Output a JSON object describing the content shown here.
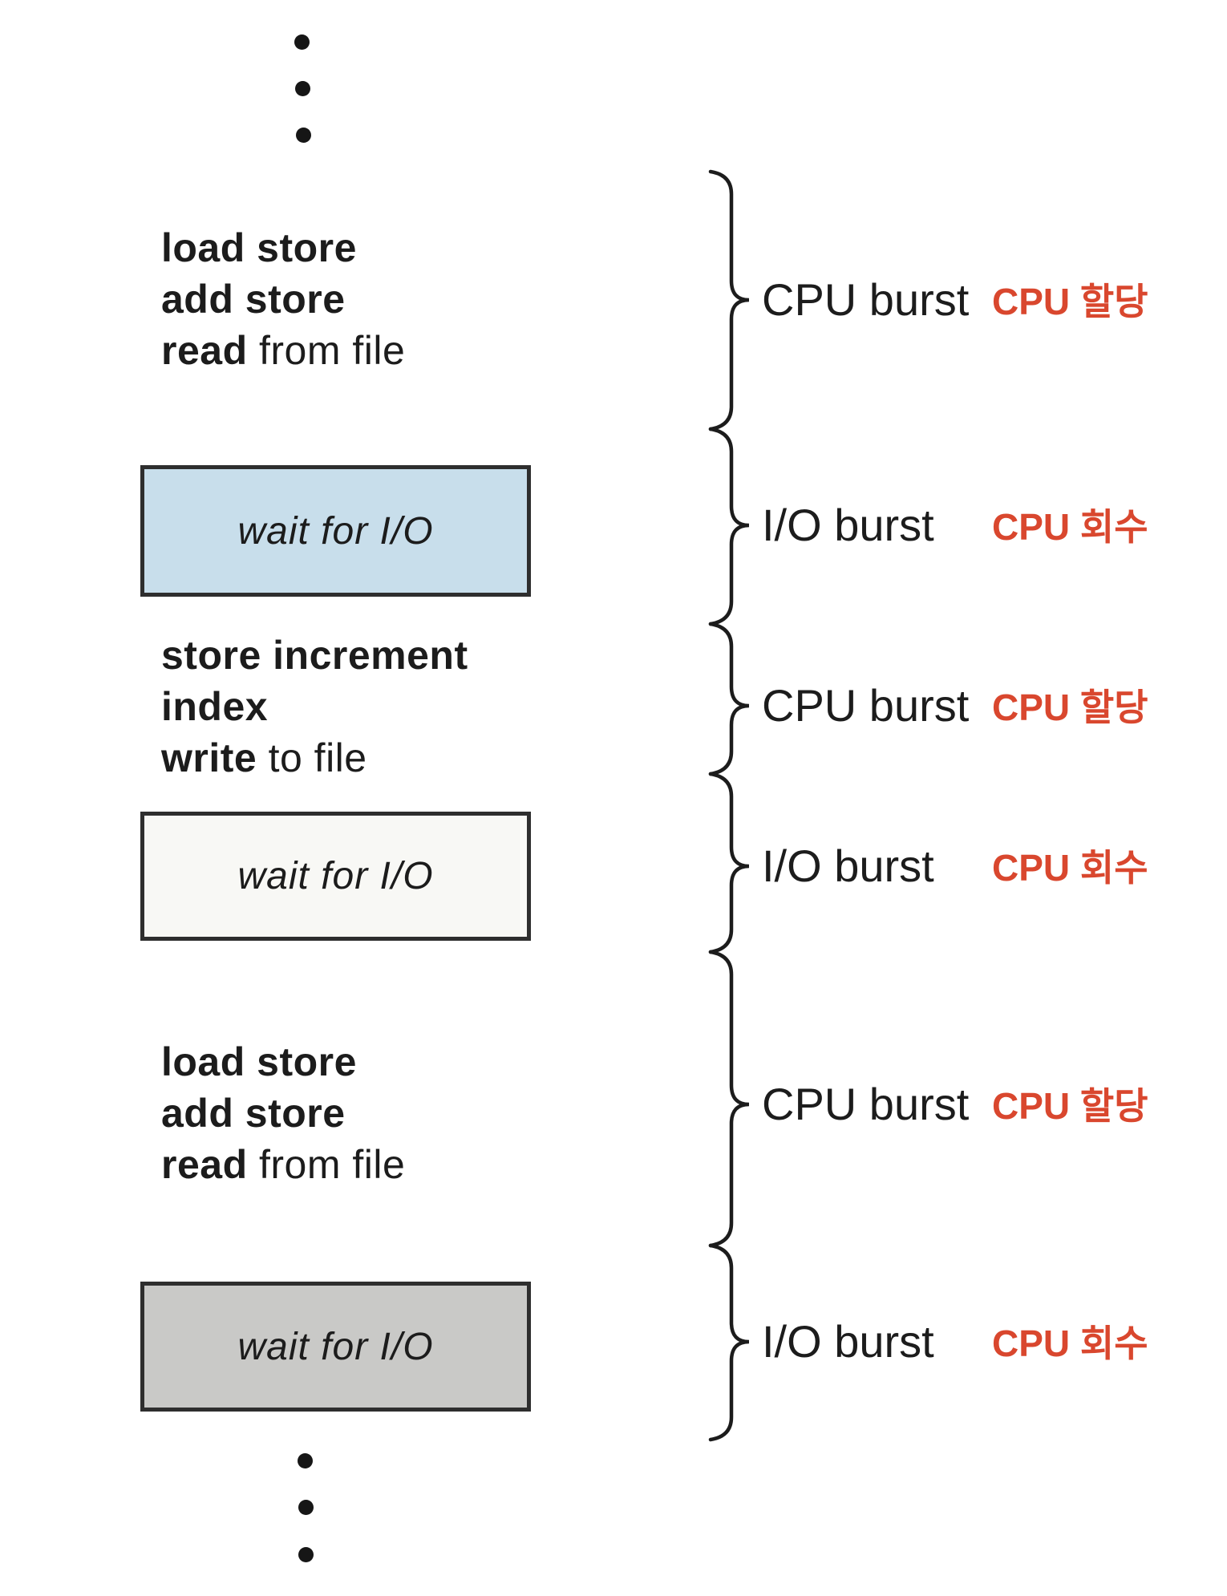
{
  "colors": {
    "accent_red": "#D9472E",
    "ink": "#1c1c1c",
    "box_border": "#2e2e2e",
    "wait_box_blue": "#C8DEEB",
    "wait_box_white": "#F8F8F5",
    "wait_box_gray": "#C9C9C7"
  },
  "blocks": [
    {
      "lines": [
        {
          "b": "load store",
          "r": ""
        },
        {
          "b": "add store",
          "r": ""
        },
        {
          "b": "read",
          "r": " from file"
        }
      ]
    },
    {
      "lines": [
        {
          "b": "store increment",
          "r": ""
        },
        {
          "b": "index",
          "r": ""
        },
        {
          "b": "write",
          "r": " to file"
        }
      ]
    },
    {
      "lines": [
        {
          "b": "load store",
          "r": ""
        },
        {
          "b": "add store",
          "r": ""
        },
        {
          "b": "read",
          "r": " from file"
        }
      ]
    }
  ],
  "wait_boxes": [
    {
      "label": "wait for I/O",
      "fill": "#C8DEEB"
    },
    {
      "label": "wait for I/O",
      "fill": "#F8F8F5"
    },
    {
      "label": "wait for I/O",
      "fill": "#C9C9C7"
    }
  ],
  "burst_rows": [
    {
      "en": "CPU burst",
      "ko": "CPU 할당"
    },
    {
      "en": "I/O burst",
      "ko": "CPU 회수"
    },
    {
      "en": "CPU burst",
      "ko": "CPU 할당"
    },
    {
      "en": "I/O burst",
      "ko": "CPU 회수"
    },
    {
      "en": "CPU burst",
      "ko": "CPU 할당"
    },
    {
      "en": "I/O burst",
      "ko": "CPU 회수"
    }
  ]
}
